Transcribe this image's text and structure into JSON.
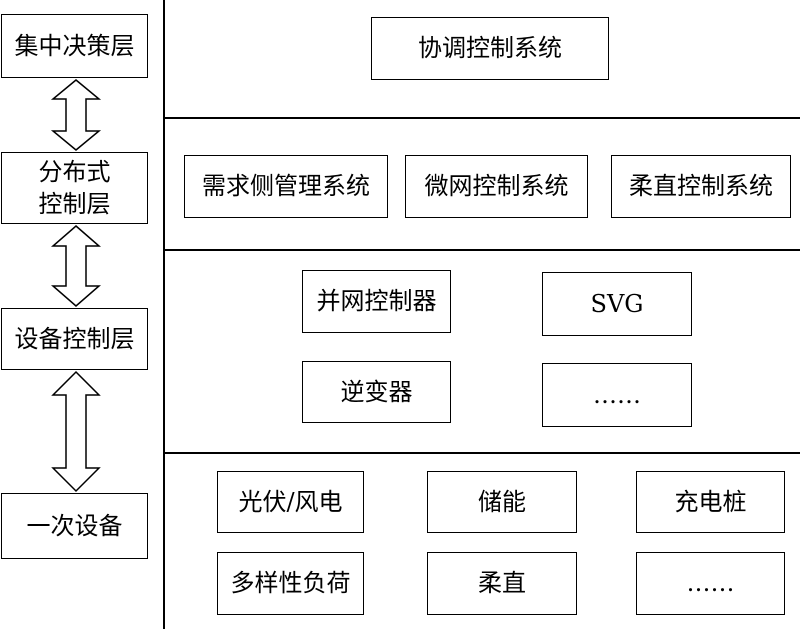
{
  "layers": [
    {
      "label": "集中决策层"
    },
    {
      "label": "分布式\n控制层"
    },
    {
      "label": "设备控制层"
    },
    {
      "label": "一次设备"
    }
  ],
  "sections": {
    "top": [
      "协调控制系统"
    ],
    "distributed": [
      "需求侧管理系统",
      "微网控制系统",
      "柔直控制系统"
    ],
    "device_control": [
      "并网控制器",
      "SVG",
      "逆变器",
      "……"
    ],
    "primary": [
      "光伏/风电",
      "储能",
      "充电桩",
      "多样性负荷",
      "柔直",
      "……"
    ]
  }
}
